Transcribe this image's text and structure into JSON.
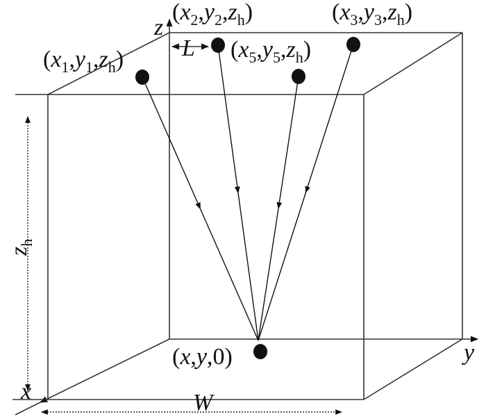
{
  "diagram": {
    "axes": {
      "x": "x",
      "y": "y",
      "z": "z"
    },
    "dimensions": {
      "height": {
        "main": "z",
        "sub": "h"
      },
      "width": "W",
      "spacing": "L"
    },
    "colors": {
      "line": "#333333",
      "dot": "#111111"
    },
    "points": [
      {
        "id": "p1",
        "label": [
          [
            "(",
            0
          ],
          [
            "x",
            1
          ],
          [
            "1",
            2
          ],
          [
            ",",
            0
          ],
          [
            "y",
            1
          ],
          [
            "1",
            2
          ],
          [
            ",",
            0
          ],
          [
            "z",
            1
          ],
          [
            "h",
            2
          ],
          [
            ")",
            0
          ]
        ]
      },
      {
        "id": "p2",
        "label": [
          [
            "(",
            0
          ],
          [
            "x",
            1
          ],
          [
            "2",
            2
          ],
          [
            ",",
            0
          ],
          [
            "y",
            1
          ],
          [
            "2",
            2
          ],
          [
            ",",
            0
          ],
          [
            "z",
            1
          ],
          [
            "h",
            2
          ],
          [
            ")",
            0
          ]
        ]
      },
      {
        "id": "p3",
        "label": [
          [
            "(",
            0
          ],
          [
            "x",
            1
          ],
          [
            "3",
            2
          ],
          [
            ",",
            0
          ],
          [
            "y",
            1
          ],
          [
            "3",
            2
          ],
          [
            ",",
            0
          ],
          [
            "z",
            1
          ],
          [
            "h",
            2
          ],
          [
            ")",
            0
          ]
        ]
      },
      {
        "id": "p5",
        "label": [
          [
            "(",
            0
          ],
          [
            "x",
            1
          ],
          [
            "5",
            2
          ],
          [
            ",",
            0
          ],
          [
            "y",
            1
          ],
          [
            "5",
            2
          ],
          [
            ",",
            0
          ],
          [
            "z",
            1
          ],
          [
            "h",
            2
          ],
          [
            ")",
            0
          ]
        ]
      },
      {
        "id": "ground",
        "label": [
          [
            "(",
            0
          ],
          [
            "x",
            1
          ],
          [
            ",",
            0
          ],
          [
            "y",
            1
          ],
          [
            ",0)",
            0
          ]
        ]
      }
    ]
  }
}
